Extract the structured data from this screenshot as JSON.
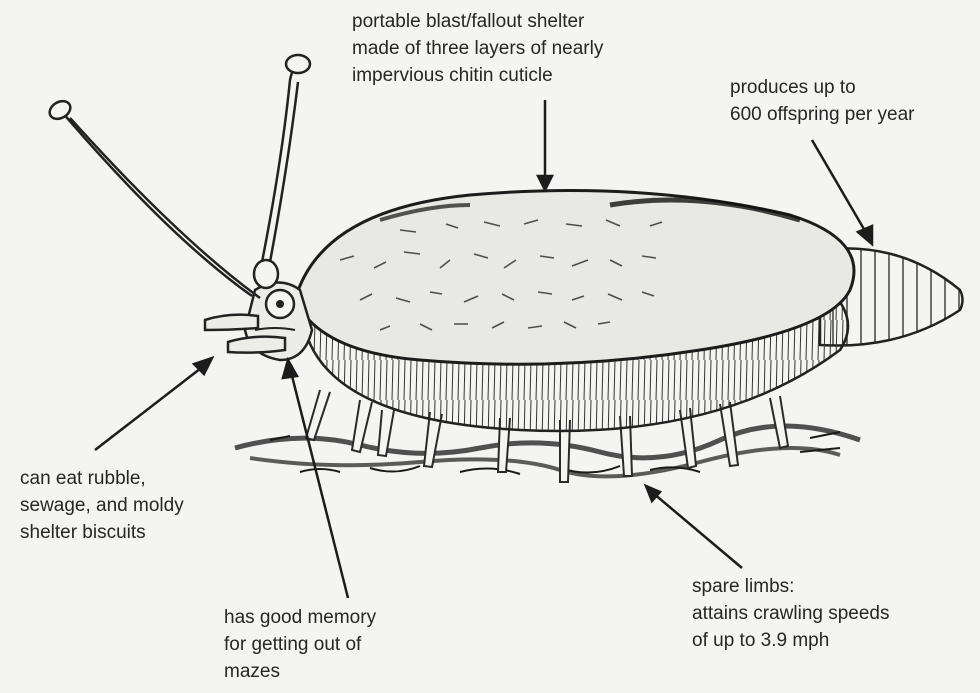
{
  "annotations": {
    "shelter": {
      "lines": [
        "portable blast/fallout shelter",
        "made of three layers of nearly",
        "impervious chitin cuticle"
      ]
    },
    "offspring": {
      "lines": [
        "produces up to",
        "600 offspring per year"
      ]
    },
    "eat": {
      "lines": [
        "can eat rubble,",
        "sewage, and moldy",
        "shelter biscuits"
      ]
    },
    "memory": {
      "lines": [
        "has good memory",
        "for getting out of",
        "mazes"
      ]
    },
    "limbs": {
      "lines": [
        "spare limbs:",
        "attains crawling speeds",
        "of up to 3.9 mph"
      ]
    }
  },
  "colors": {
    "background": "#f4f4f2",
    "ink": "#262626"
  }
}
